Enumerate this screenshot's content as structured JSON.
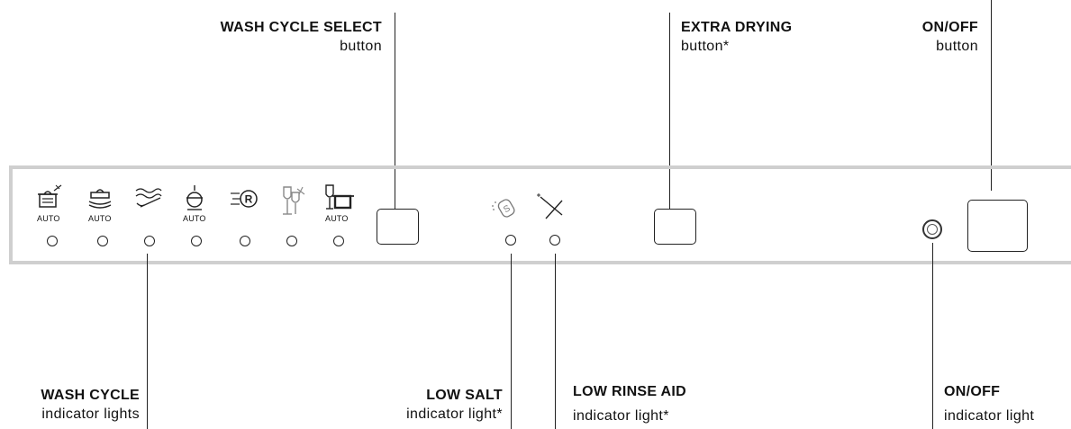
{
  "callouts": {
    "wash_cycle_select": {
      "title": "WASH CYCLE SELECT",
      "sub": "button"
    },
    "extra_drying": {
      "title": "EXTRA DRYING",
      "sub": "button*"
    },
    "on_off_button": {
      "title": "ON/OFF",
      "sub": "button"
    },
    "wash_cycle_lights": {
      "title": "WASH CYCLE",
      "sub": "indicator lights"
    },
    "low_salt": {
      "title": "LOW SALT",
      "sub": "indicator light*"
    },
    "low_rinse_aid": {
      "title": "LOW RINSE AID",
      "sub": "indicator light*"
    },
    "on_off_light": {
      "title": "ON/OFF",
      "sub": "indicator light"
    }
  },
  "panel": {
    "auto_label": "AUTO",
    "cycle_icons": [
      "heavy-pot-auto-icon",
      "normal-pot-auto-icon",
      "rinse-waves-icon",
      "eco-lid-auto-icon",
      "rapid-r-icon",
      "glasses-icon",
      "pot-glass-auto-icon"
    ],
    "salt_symbol": "S"
  }
}
